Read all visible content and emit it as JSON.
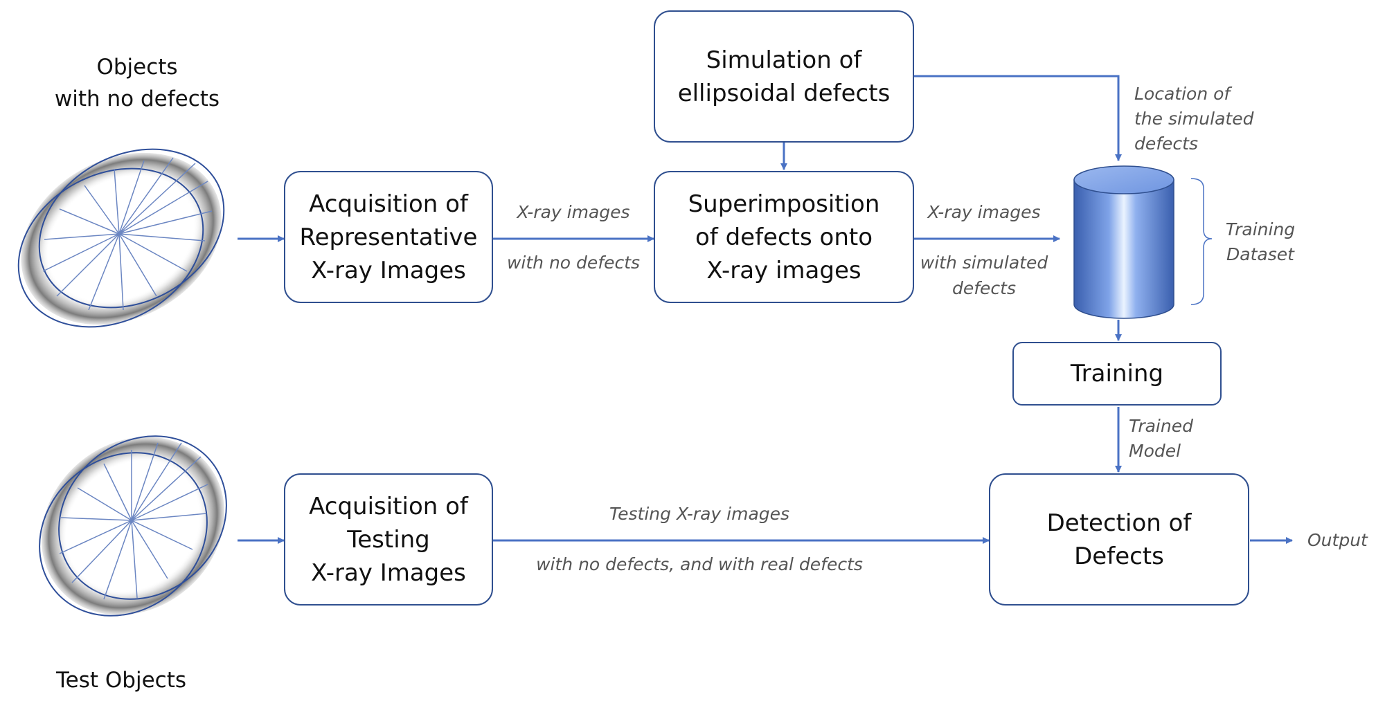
{
  "colors": {
    "arrow": "#4a72c4",
    "box_border": "#2f4f8f",
    "label_text": "#555555",
    "box_text": "#111111",
    "cylinder_body": "#6f95e0",
    "cylinder_highlight": "#eaf3ff",
    "cylinder_dark": "#3a5fae"
  },
  "icons": {
    "training_object": "wheel-object-icon",
    "test_object": "wheel-object-icon",
    "dataset": "database-cylinder-icon",
    "dataset_bracket": "bracket-icon"
  },
  "captions": {
    "training_objects": [
      "Objects",
      "with no defects"
    ],
    "test_objects": [
      "Test Objects"
    ]
  },
  "boxes": {
    "simulation": [
      "Simulation of",
      "ellipsoidal defects"
    ],
    "acq_representative": [
      "Acquisition of",
      "Representative",
      "X-ray Images"
    ],
    "superimposition": [
      "Superimposition",
      "of defects onto",
      "X-ray images"
    ],
    "training": [
      "Training"
    ],
    "acq_testing": [
      "Acquisition of",
      "Testing",
      "X-ray Images"
    ],
    "detection": [
      "Detection of",
      "Defects"
    ]
  },
  "labels": {
    "xray_no_defects": [
      "X-ray images",
      "with no defects"
    ],
    "xray_simulated": [
      "X-ray images",
      "with simulated",
      "defects"
    ],
    "location_simulated": [
      "Location of",
      "the simulated",
      "defects"
    ],
    "training_dataset": [
      "Training",
      "Dataset"
    ],
    "trained_model": [
      "Trained",
      "Model"
    ],
    "testing_images": [
      "Testing X-ray images",
      "with no defects, and with real defects"
    ],
    "output": [
      "Output"
    ]
  }
}
